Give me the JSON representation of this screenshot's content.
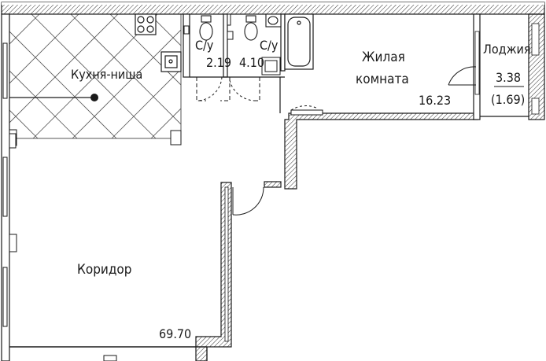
{
  "rooms": [
    {
      "id": "kitchen",
      "name": "Кухня-ниша"
    },
    {
      "id": "wc1",
      "name": "С/у",
      "area": "2.19"
    },
    {
      "id": "wc2",
      "name": "С/у",
      "area": "4.10"
    },
    {
      "id": "living",
      "name_line1": "Жилая",
      "name_line2": "комната",
      "area": "16.23"
    },
    {
      "id": "loggia",
      "name": "Лоджия",
      "area": "3.38",
      "area_reduced": "(1.69)"
    },
    {
      "id": "corridor",
      "name": "Коридор",
      "area": "69.70"
    }
  ],
  "colors": {
    "line": "#1a1a1a",
    "wall_fill": "#ffffff",
    "hatch": "#333333",
    "grid": "#555555"
  }
}
